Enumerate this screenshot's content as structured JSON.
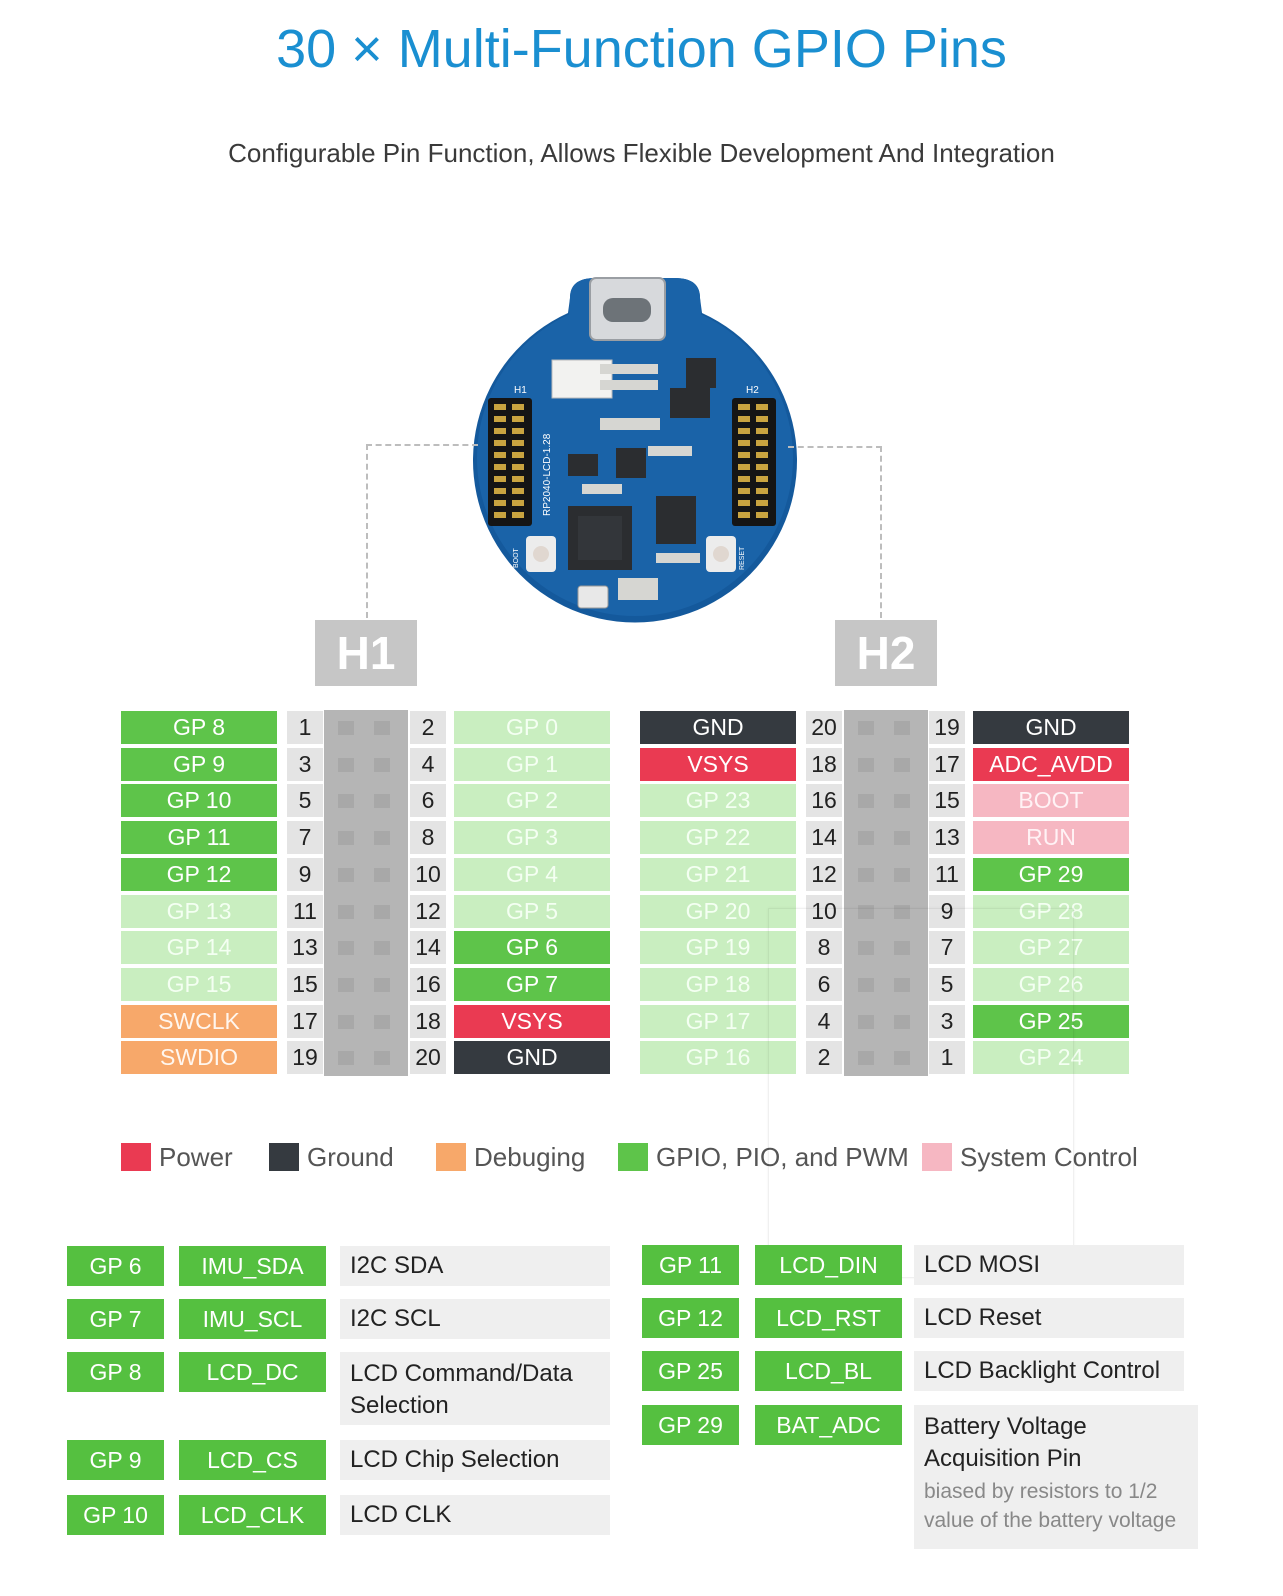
{
  "title": "30 × Multi-Function GPIO Pins",
  "subtitle": "Configurable Pin Function, Allows Flexible Development And Integration",
  "colors": {
    "gpio": "#5ec44a",
    "gpio_light": "#c9eec0",
    "power": "#ea3a52",
    "ground": "#353a40",
    "debug": "#f7a86a",
    "system": "#f6b7c2",
    "title": "#1a8fd1"
  },
  "board": {
    "silkscreen_model": "RP2040-LCD-1.28",
    "silkscreen_h1": "H1",
    "silkscreen_h2": "H2",
    "silkscreen_boot": "BOOT",
    "silkscreen_reset": "RESET"
  },
  "headers": {
    "h1": {
      "label": "H1",
      "rows": [
        {
          "left": {
            "label": "GP 8",
            "type": "gpio"
          },
          "left_num": "1",
          "right_num": "2",
          "right": {
            "label": "GP 0",
            "type": "gpio_light"
          }
        },
        {
          "left": {
            "label": "GP 9",
            "type": "gpio"
          },
          "left_num": "3",
          "right_num": "4",
          "right": {
            "label": "GP 1",
            "type": "gpio_light"
          }
        },
        {
          "left": {
            "label": "GP 10",
            "type": "gpio"
          },
          "left_num": "5",
          "right_num": "6",
          "right": {
            "label": "GP 2",
            "type": "gpio_light"
          }
        },
        {
          "left": {
            "label": "GP 11",
            "type": "gpio"
          },
          "left_num": "7",
          "right_num": "8",
          "right": {
            "label": "GP 3",
            "type": "gpio_light"
          }
        },
        {
          "left": {
            "label": "GP 12",
            "type": "gpio"
          },
          "left_num": "9",
          "right_num": "10",
          "right": {
            "label": "GP 4",
            "type": "gpio_light"
          }
        },
        {
          "left": {
            "label": "GP 13",
            "type": "gpio_light"
          },
          "left_num": "11",
          "right_num": "12",
          "right": {
            "label": "GP 5",
            "type": "gpio_light"
          }
        },
        {
          "left": {
            "label": "GP 14",
            "type": "gpio_light"
          },
          "left_num": "13",
          "right_num": "14",
          "right": {
            "label": "GP 6",
            "type": "gpio"
          }
        },
        {
          "left": {
            "label": "GP 15",
            "type": "gpio_light"
          },
          "left_num": "15",
          "right_num": "16",
          "right": {
            "label": "GP 7",
            "type": "gpio"
          }
        },
        {
          "left": {
            "label": "SWCLK",
            "type": "debug"
          },
          "left_num": "17",
          "right_num": "18",
          "right": {
            "label": "VSYS",
            "type": "power"
          }
        },
        {
          "left": {
            "label": "SWDIO",
            "type": "debug"
          },
          "left_num": "19",
          "right_num": "20",
          "right": {
            "label": "GND",
            "type": "ground"
          }
        }
      ]
    },
    "h2": {
      "label": "H2",
      "rows": [
        {
          "left": {
            "label": "GND",
            "type": "ground"
          },
          "left_num": "20",
          "right_num": "19",
          "right": {
            "label": "GND",
            "type": "ground"
          }
        },
        {
          "left": {
            "label": "VSYS",
            "type": "power"
          },
          "left_num": "18",
          "right_num": "17",
          "right": {
            "label": "ADC_AVDD",
            "type": "power"
          }
        },
        {
          "left": {
            "label": "GP 23",
            "type": "gpio_light"
          },
          "left_num": "16",
          "right_num": "15",
          "right": {
            "label": "BOOT",
            "type": "system"
          }
        },
        {
          "left": {
            "label": "GP 22",
            "type": "gpio_light"
          },
          "left_num": "14",
          "right_num": "13",
          "right": {
            "label": "RUN",
            "type": "system"
          }
        },
        {
          "left": {
            "label": "GP 21",
            "type": "gpio_light"
          },
          "left_num": "12",
          "right_num": "11",
          "right": {
            "label": "GP 29",
            "type": "gpio"
          }
        },
        {
          "left": {
            "label": "GP 20",
            "type": "gpio_light"
          },
          "left_num": "10",
          "right_num": "9",
          "right": {
            "label": "GP 28",
            "type": "gpio_light"
          }
        },
        {
          "left": {
            "label": "GP 19",
            "type": "gpio_light"
          },
          "left_num": "8",
          "right_num": "7",
          "right": {
            "label": "GP 27",
            "type": "gpio_light"
          }
        },
        {
          "left": {
            "label": "GP 18",
            "type": "gpio_light"
          },
          "left_num": "6",
          "right_num": "5",
          "right": {
            "label": "GP 26",
            "type": "gpio_light"
          }
        },
        {
          "left": {
            "label": "GP 17",
            "type": "gpio_light"
          },
          "left_num": "4",
          "right_num": "3",
          "right": {
            "label": "GP 25",
            "type": "gpio"
          }
        },
        {
          "left": {
            "label": "GP 16",
            "type": "gpio_light"
          },
          "left_num": "2",
          "right_num": "1",
          "right": {
            "label": "GP 24",
            "type": "gpio_light"
          }
        }
      ]
    }
  },
  "legend": [
    {
      "label": "Power",
      "color": "#ea3a52"
    },
    {
      "label": "Ground",
      "color": "#353a40"
    },
    {
      "label": "Debuging",
      "color": "#f7a86a"
    },
    {
      "label": "GPIO, PIO, and PWM",
      "color": "#5ec44a"
    },
    {
      "label": "System Control",
      "color": "#f6b7c2"
    }
  ],
  "functions": {
    "left": [
      {
        "gp": "GP 6",
        "signal": "IMU_SDA",
        "desc": "I2C SDA"
      },
      {
        "gp": "GP 7",
        "signal": "IMU_SCL",
        "desc": "I2C SCL"
      },
      {
        "gp": "GP 8",
        "signal": "LCD_DC",
        "desc": "LCD Command/Data Selection"
      },
      {
        "gp": "GP 9",
        "signal": "LCD_CS",
        "desc": "LCD Chip Selection"
      },
      {
        "gp": "GP 10",
        "signal": "LCD_CLK",
        "desc": "LCD CLK"
      }
    ],
    "right": [
      {
        "gp": "GP 11",
        "signal": "LCD_DIN",
        "desc": "LCD MOSI"
      },
      {
        "gp": "GP 12",
        "signal": "LCD_RST",
        "desc": "LCD Reset"
      },
      {
        "gp": "GP 25",
        "signal": "LCD_BL",
        "desc": "LCD Backlight Control"
      },
      {
        "gp": "GP 29",
        "signal": "BAT_ADC",
        "desc": "Battery Voltage Acquisition Pin",
        "note": "biased by resistors to 1/2 value of the battery voltage"
      }
    ]
  }
}
